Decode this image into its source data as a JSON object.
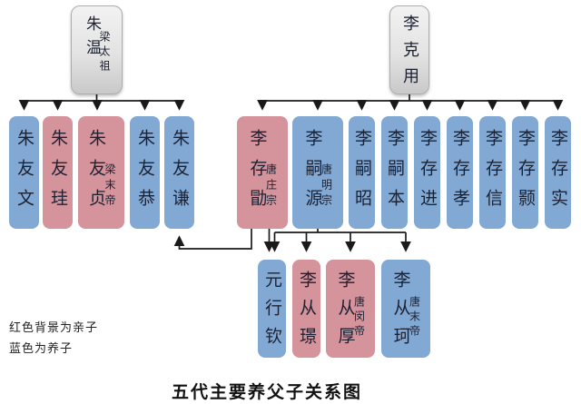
{
  "title": "五代主要养父子关系图",
  "legend": {
    "red_note": "红色背景为亲子",
    "blue_note": "蓝色为养子"
  },
  "palette": {
    "biological_red": "#d5939b",
    "adopted_blue": "#82a8d4",
    "root_gray": "#d9d9d9",
    "line_color": "#1a1a1a",
    "text_color": "#1b2233"
  },
  "roots": {
    "zhu_wen": {
      "name": "朱温",
      "era": "梁太祖"
    },
    "li_keyong": {
      "name": "李克用"
    }
  },
  "zhu_children": [
    {
      "name": "朱友文",
      "relation": "养子"
    },
    {
      "name": "朱友珪",
      "relation": "亲子"
    },
    {
      "name": "朱友贞",
      "era": "梁末帝",
      "relation": "亲子"
    },
    {
      "name": "朱友恭",
      "relation": "养子"
    },
    {
      "name": "朱友谦",
      "relation": "养子"
    }
  ],
  "li_children": [
    {
      "name": "李存勖",
      "era": "唐庄宗",
      "relation": "亲子"
    },
    {
      "name": "李嗣源",
      "era": "唐明宗",
      "relation": "养子"
    },
    {
      "name": "李嗣昭",
      "relation": "养子"
    },
    {
      "name": "李嗣本",
      "relation": "养子"
    },
    {
      "name": "李存进",
      "relation": "养子"
    },
    {
      "name": "李存孝",
      "relation": "养子"
    },
    {
      "name": "李存信",
      "relation": "养子"
    },
    {
      "name": "李存颢",
      "relation": "养子"
    },
    {
      "name": "李存实",
      "relation": "养子"
    }
  ],
  "third_generation": [
    {
      "name": "元行钦",
      "relation": "养子"
    },
    {
      "name": "李从璟",
      "relation": "亲子"
    },
    {
      "name": "李从厚",
      "era": "唐闵帝",
      "relation": "亲子"
    },
    {
      "name": "李从珂",
      "era": "唐末帝",
      "relation": "养子"
    }
  ],
  "edges": {
    "zhu_wen_to": [
      "朱友文",
      "朱友珪",
      "朱友贞",
      "朱友恭",
      "朱友谦"
    ],
    "li_keyong_to": [
      "李存勖",
      "李嗣源",
      "李嗣昭",
      "李嗣本",
      "李存进",
      "李存孝",
      "李存信",
      "李存颢",
      "李存实"
    ],
    "li_cunxu_to": [
      "朱友谦",
      "元行钦"
    ],
    "li_siyuan_to": [
      "元行钦",
      "李从璟",
      "李从厚",
      "李从珂"
    ]
  }
}
